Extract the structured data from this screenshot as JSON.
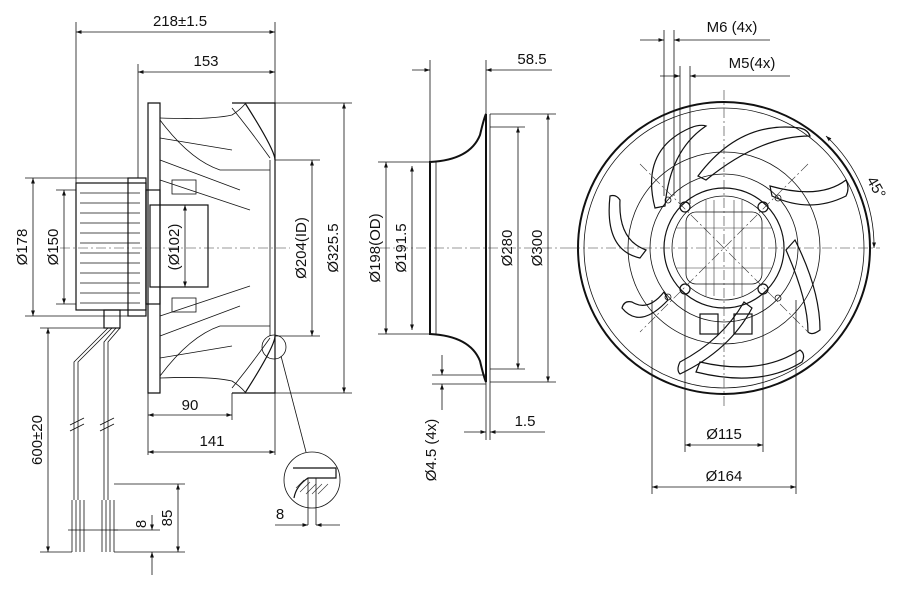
{
  "side_view": {
    "dims": {
      "overall_length": "218±1.5",
      "length_153": "153",
      "dia_178": "Ø178",
      "dia_150": "Ø150",
      "dia_102": "(Ø102)",
      "dia_204": "Ø204(ID)",
      "dia_325": "Ø325.5",
      "len_90": "90",
      "len_141": "141",
      "cable_600": "600±20",
      "strip_8": "8",
      "strip_85": "85",
      "detail_8": "8"
    }
  },
  "inlet_view": {
    "dims": {
      "depth_58": "58.5",
      "dia_198": "Ø198(OD)",
      "dia_191": "Ø191.5",
      "dia_280": "Ø280",
      "dia_300": "Ø300",
      "hole_45": "Ø4.5 (4x)",
      "thick_15": "1.5"
    }
  },
  "front_view": {
    "dims": {
      "m6": "M6 (4x)",
      "m5": "M5(4x)",
      "angle": "45°",
      "dia_115": "Ø115",
      "dia_164": "Ø164"
    }
  }
}
